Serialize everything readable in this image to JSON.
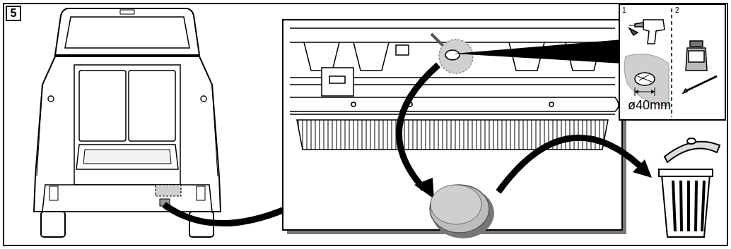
{
  "diagram": {
    "nodes": [
      {
        "text": [
          "5"
        ]
      }
    ],
    "labels": [
      "1",
      "2",
      "ø40mm"
    ]
  }
}
